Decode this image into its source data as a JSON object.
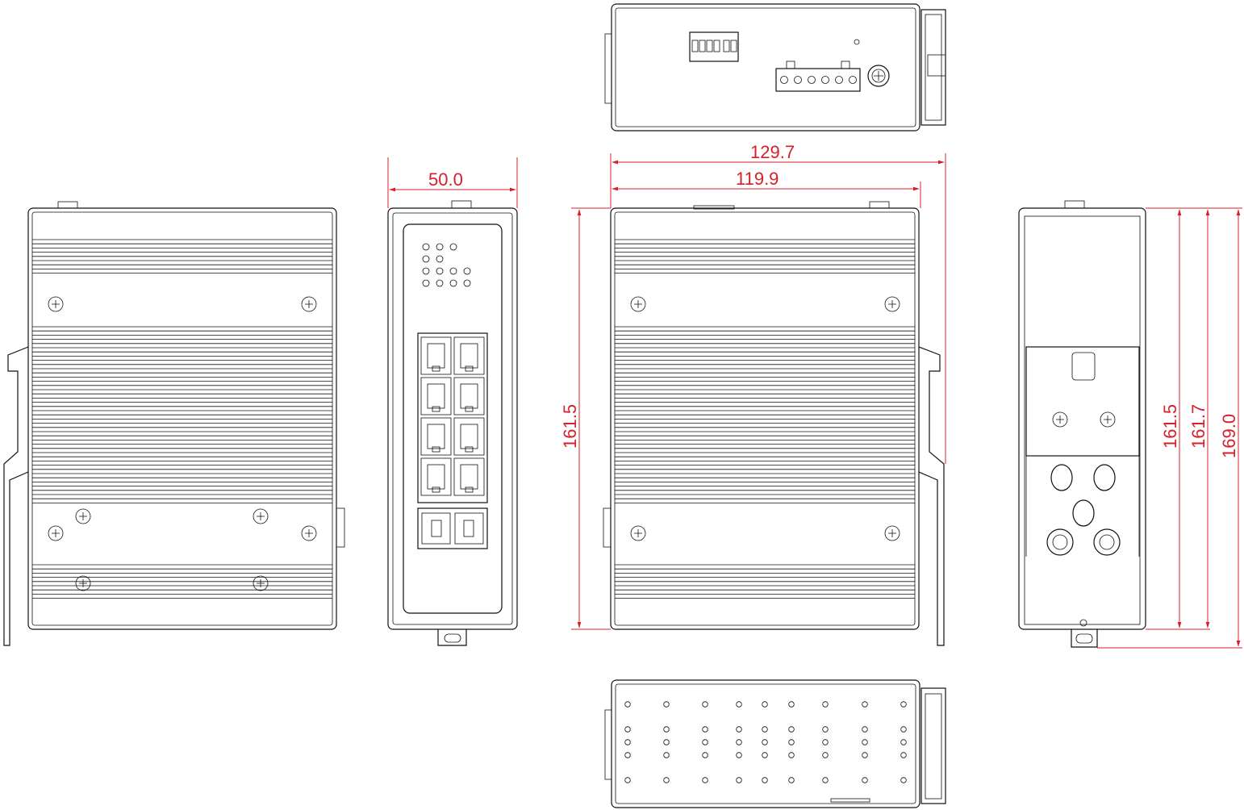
{
  "dimensions": {
    "width_50": "50.0",
    "width_129": "129.7",
    "width_119": "119.9",
    "height_left": "161.5",
    "height_right_a": "161.5",
    "height_right_b": "161.7",
    "height_right_c": "169.0"
  },
  "colors": {
    "line": "#111111",
    "dimension": "#d4202a"
  }
}
